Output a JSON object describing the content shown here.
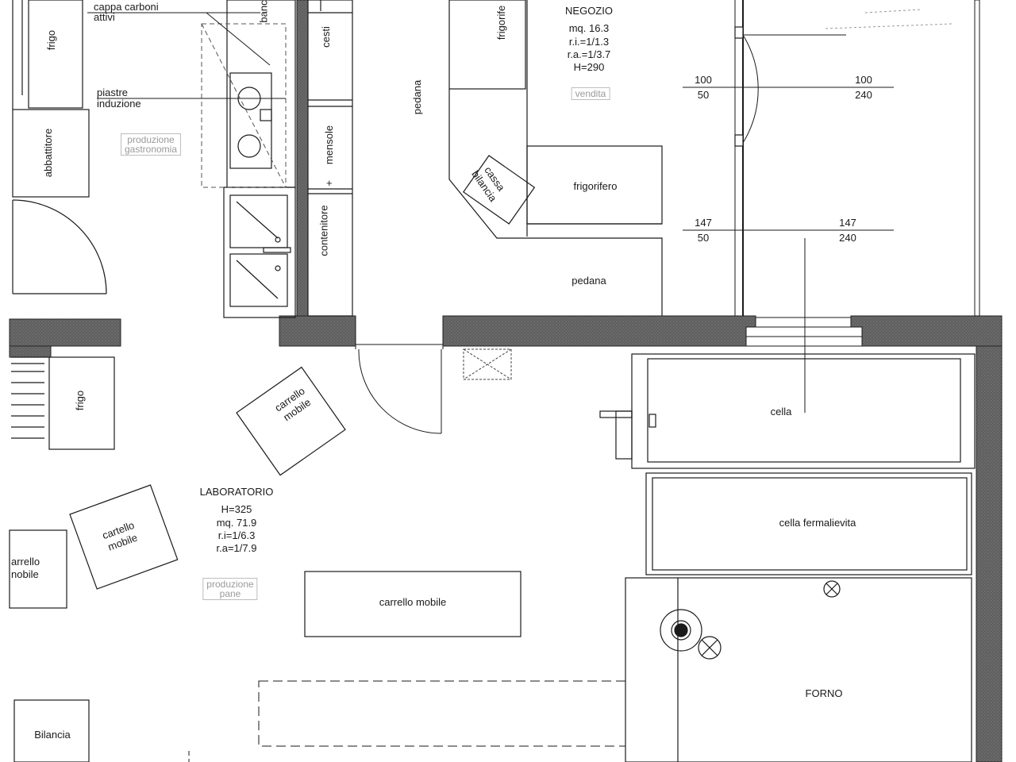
{
  "rooms": {
    "negozio": {
      "name": "NEGOZIO",
      "area": "mq. 16.3",
      "ri": "r.i.=1/1.3",
      "ra": "r.a.=1/3.7",
      "height": "H=290",
      "use": "vendita"
    },
    "laboratorio": {
      "name": "LABORATORIO",
      "height": "H=325",
      "area": "mq. 71.9",
      "ri": "r.i=1/6.3",
      "ra": "r.a=1/7.9",
      "use_line1": "produzione",
      "use_line2": "pane"
    }
  },
  "gastronomia": {
    "line1": "produzione",
    "line2": "gastronomia"
  },
  "labels": {
    "frigo_top": "frigo",
    "cappa_line1": "cappa carboni",
    "cappa_line2": "attivi",
    "banco": "banc",
    "cesti": "cesti",
    "piastre_line1": "piastre",
    "piastre_line2": "induzione",
    "abbattitore": "abbattitore",
    "mensole": "mensole",
    "contenitore": "contenitore",
    "plus": "+",
    "frigorifero_top": "frigorife",
    "pedana_vertical": "pedana",
    "cassa_line1": "cassa",
    "cassa_line2": "bilancia",
    "frigorifero_mid": "frigorifero",
    "pedana_bottom": "pedana",
    "frigo_lower": "frigo",
    "carrello_rot_line1": "carrello",
    "carrello_rot_line2": "mobile",
    "cartello_line1": "cartello",
    "cartello_line2": "mobile",
    "arrello_line1": "arrello",
    "arrello_line2": "nobile",
    "carrello_mobile": "carrello mobile",
    "cella": "cella",
    "cella_fermalievita": "cella fermalievita",
    "forno": "FORNO",
    "bilancia": "Bilancia"
  },
  "window_dims": [
    {
      "top": "100",
      "bottom": "50"
    },
    {
      "top": "100",
      "bottom": "240"
    },
    {
      "top": "147",
      "bottom": "50"
    },
    {
      "top": "147",
      "bottom": "240"
    }
  ],
  "colors": {
    "wall": "#6e6e6e",
    "line": "#1a1a1a",
    "faint": "#9a9a9a",
    "paper": "#ffffff"
  }
}
